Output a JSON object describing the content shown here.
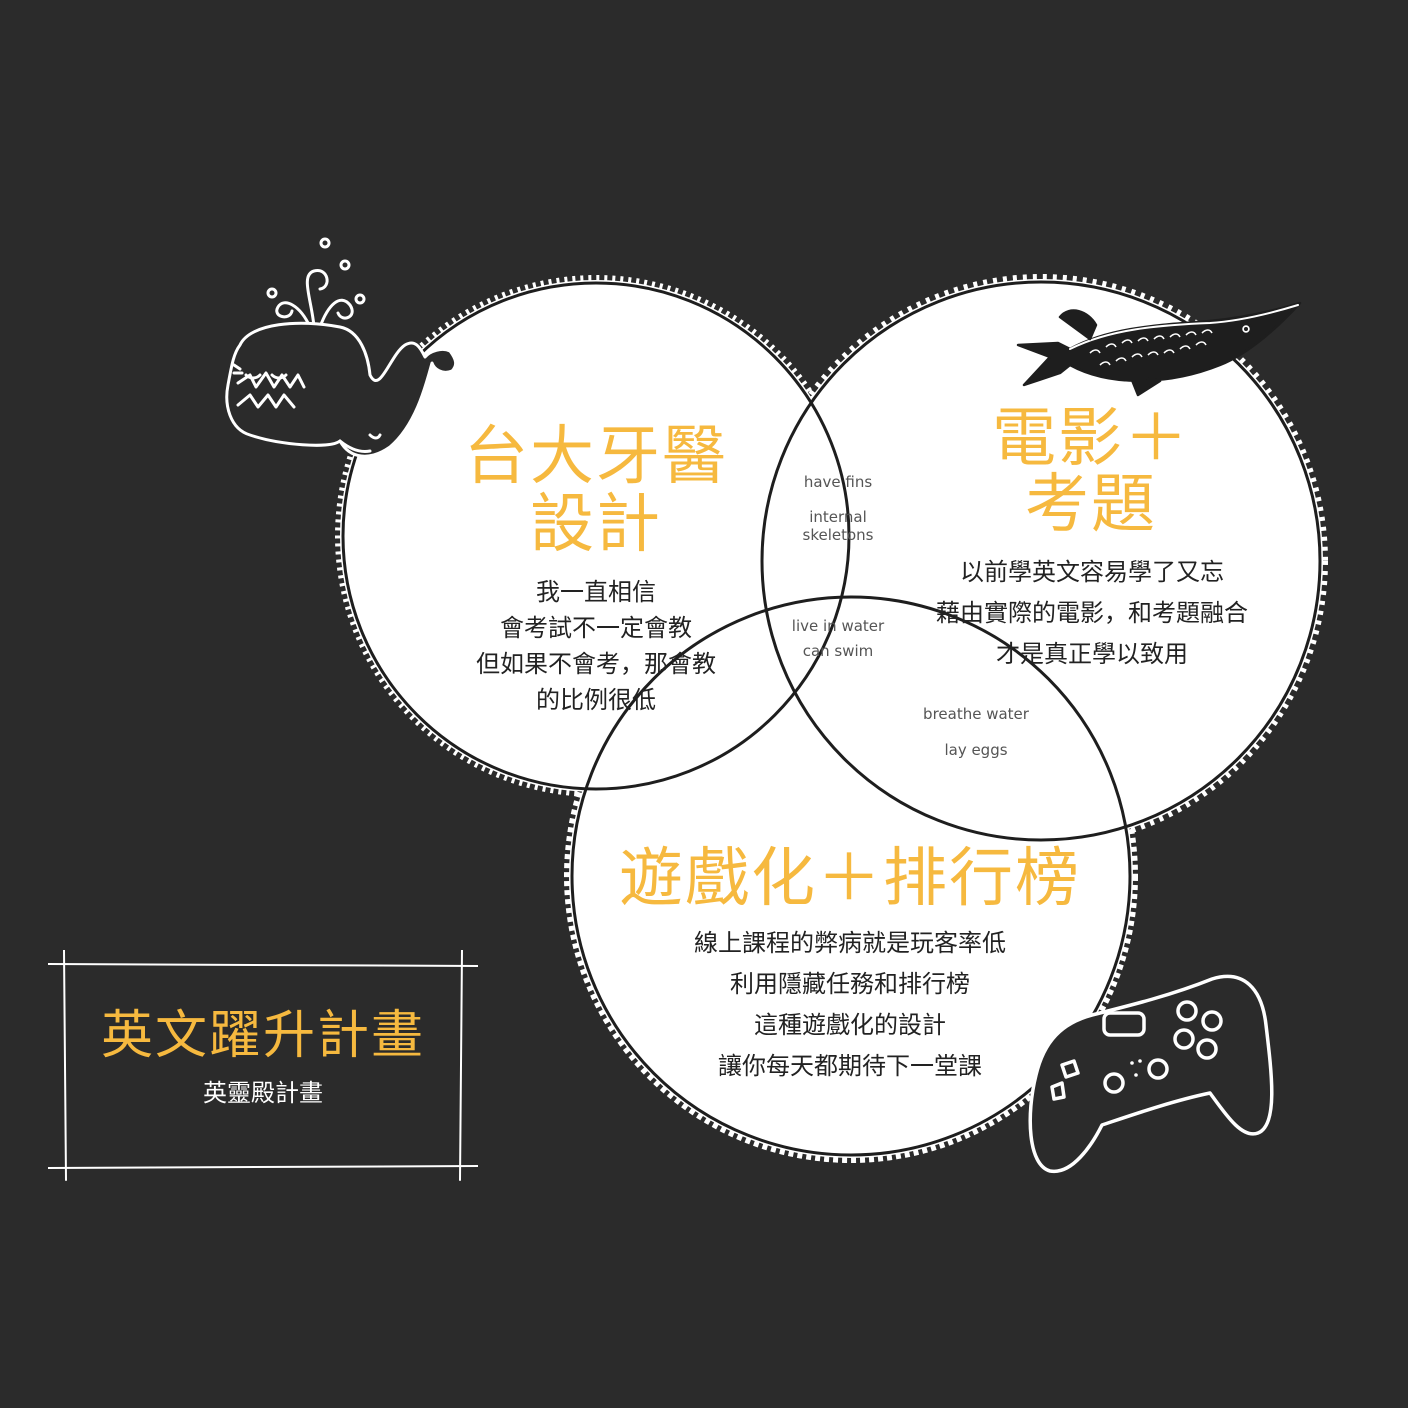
{
  "circles": {
    "left": {
      "title_line1": "台大牙醫",
      "title_line2": "設計",
      "body": [
        "我一直相信",
        "會考試不一定會教",
        "但如果不會考，那會教",
        "的比例很低"
      ]
    },
    "right": {
      "title_line1": "電影＋",
      "title_line2": "考題",
      "body": [
        "以前學英文容易學了又忘",
        "藉由實際的電影，和考題融合",
        "才是真正學以致用"
      ]
    },
    "bottom": {
      "title": "遊戲化＋排行榜",
      "body": [
        "線上課程的弊病就是玩客率低",
        "利用隱藏任務和排行榜",
        "這種遊戲化的設計",
        "讓你每天都期待下一堂課"
      ]
    }
  },
  "overlaps": {
    "left_right": [
      "have fins",
      "internal",
      "skeletons"
    ],
    "center": [
      "live in water",
      "can swim"
    ],
    "right_bottom": [
      "breathe water",
      "lay eggs"
    ]
  },
  "title_box": {
    "main": "英文躍升計畫",
    "sub": "英靈殿計畫"
  },
  "colors": {
    "background": "#2b2b2b",
    "accent": "#f6b93f",
    "circle_fill": "#ffffff",
    "outline": "#1e1e1e"
  },
  "icons": [
    "whale-icon",
    "fish-icon",
    "gamepad-icon"
  ]
}
